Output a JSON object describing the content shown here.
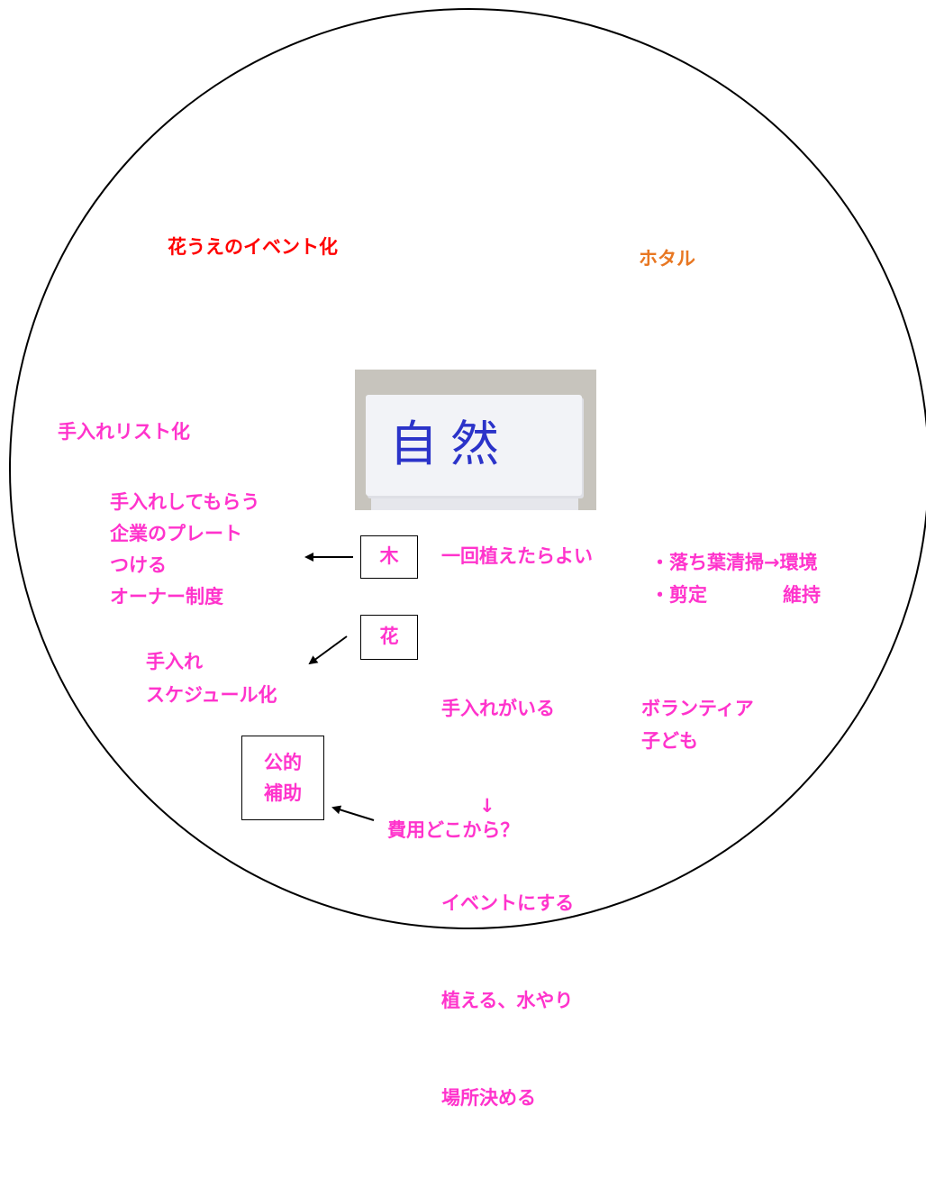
{
  "photo": {
    "label": "自然"
  },
  "notes": {
    "flower_event": "花うえのイベント化",
    "firefly": "ホタル",
    "care_list": "手入れリスト化",
    "tree_left": [
      "手入れしてもらう",
      "企業のプレート",
      "つける",
      "オーナー制度"
    ],
    "tree_box": "木",
    "tree_right": "一回植えたらよい",
    "tree_far": [
      "・落ち葉清掃→環境",
      "・剪定　　　　維持"
    ],
    "flower_box": "花",
    "flower_left": [
      "手入れ",
      "スケジュール化"
    ],
    "flower_right": [
      "手入れがいる",
      "　　↓",
      "イベントにする",
      "植える、水やり",
      "場所決める"
    ],
    "volunteers": [
      "ボランティア",
      "子ども"
    ],
    "subsidy_box": [
      "公的",
      "補助"
    ],
    "cost": "費用どこから？"
  },
  "colors": {
    "pink": "#ff33cc",
    "red": "#ff0000",
    "orange": "#e87722",
    "ink_blue": "#2b33c9"
  }
}
